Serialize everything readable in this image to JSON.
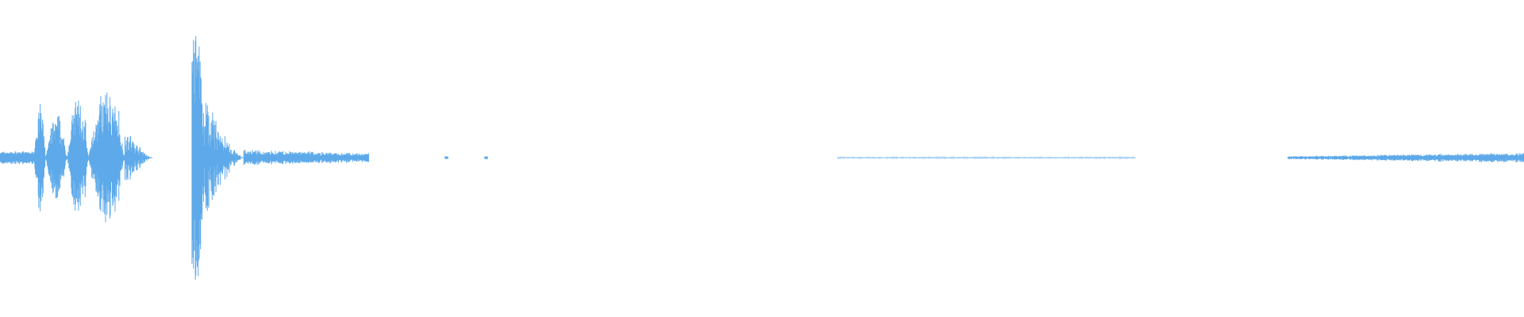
{
  "waveform": {
    "color": "#5DA9E9",
    "background": "#FFFFFF",
    "duration_s": 1000,
    "amplitude_range": [
      -1,
      1
    ],
    "segments": [
      {
        "start": 0,
        "end": 22,
        "shape": "flat",
        "amp": 0.05
      },
      {
        "start": 22,
        "end": 30,
        "shape": "bursts",
        "amp": 0.45,
        "peaks": [
          {
            "t": 26,
            "a": 0.42
          },
          {
            "t": 28,
            "a": 0.35
          }
        ]
      },
      {
        "start": 30,
        "end": 44,
        "shape": "bursts",
        "amp": 0.35,
        "peaks": [
          {
            "t": 33,
            "a": 0.2
          },
          {
            "t": 38,
            "a": 0.2
          }
        ]
      },
      {
        "start": 44,
        "end": 58,
        "shape": "bursts",
        "amp": 0.5,
        "peaks": [
          {
            "t": 52,
            "a": 0.48
          },
          {
            "t": 56,
            "a": 0.38
          }
        ]
      },
      {
        "start": 58,
        "end": 82,
        "shape": "bursts",
        "amp": 0.55,
        "peaks": [
          {
            "t": 66,
            "a": 0.58
          },
          {
            "t": 72,
            "a": 0.45
          },
          {
            "t": 78,
            "a": 0.35
          }
        ]
      },
      {
        "start": 82,
        "end": 100,
        "shape": "decay",
        "amp": 0.25
      },
      {
        "start": 126,
        "end": 132,
        "shape": "spike",
        "amp": 0.98,
        "peaks": [
          {
            "t": 130,
            "a": 1.0
          }
        ]
      },
      {
        "start": 132,
        "end": 160,
        "shape": "decay",
        "amp": 0.55
      },
      {
        "start": 160,
        "end": 242,
        "shape": "tail",
        "amp": 0.06
      },
      {
        "start": 292,
        "end": 294,
        "shape": "dot",
        "amp": 0.01
      },
      {
        "start": 318,
        "end": 320,
        "shape": "dot",
        "amp": 0.01
      },
      {
        "start": 550,
        "end": 745,
        "shape": "hairline",
        "amp": 0.01
      },
      {
        "start": 845,
        "end": 1000,
        "shape": "rising",
        "amp": 0.04
      }
    ]
  }
}
